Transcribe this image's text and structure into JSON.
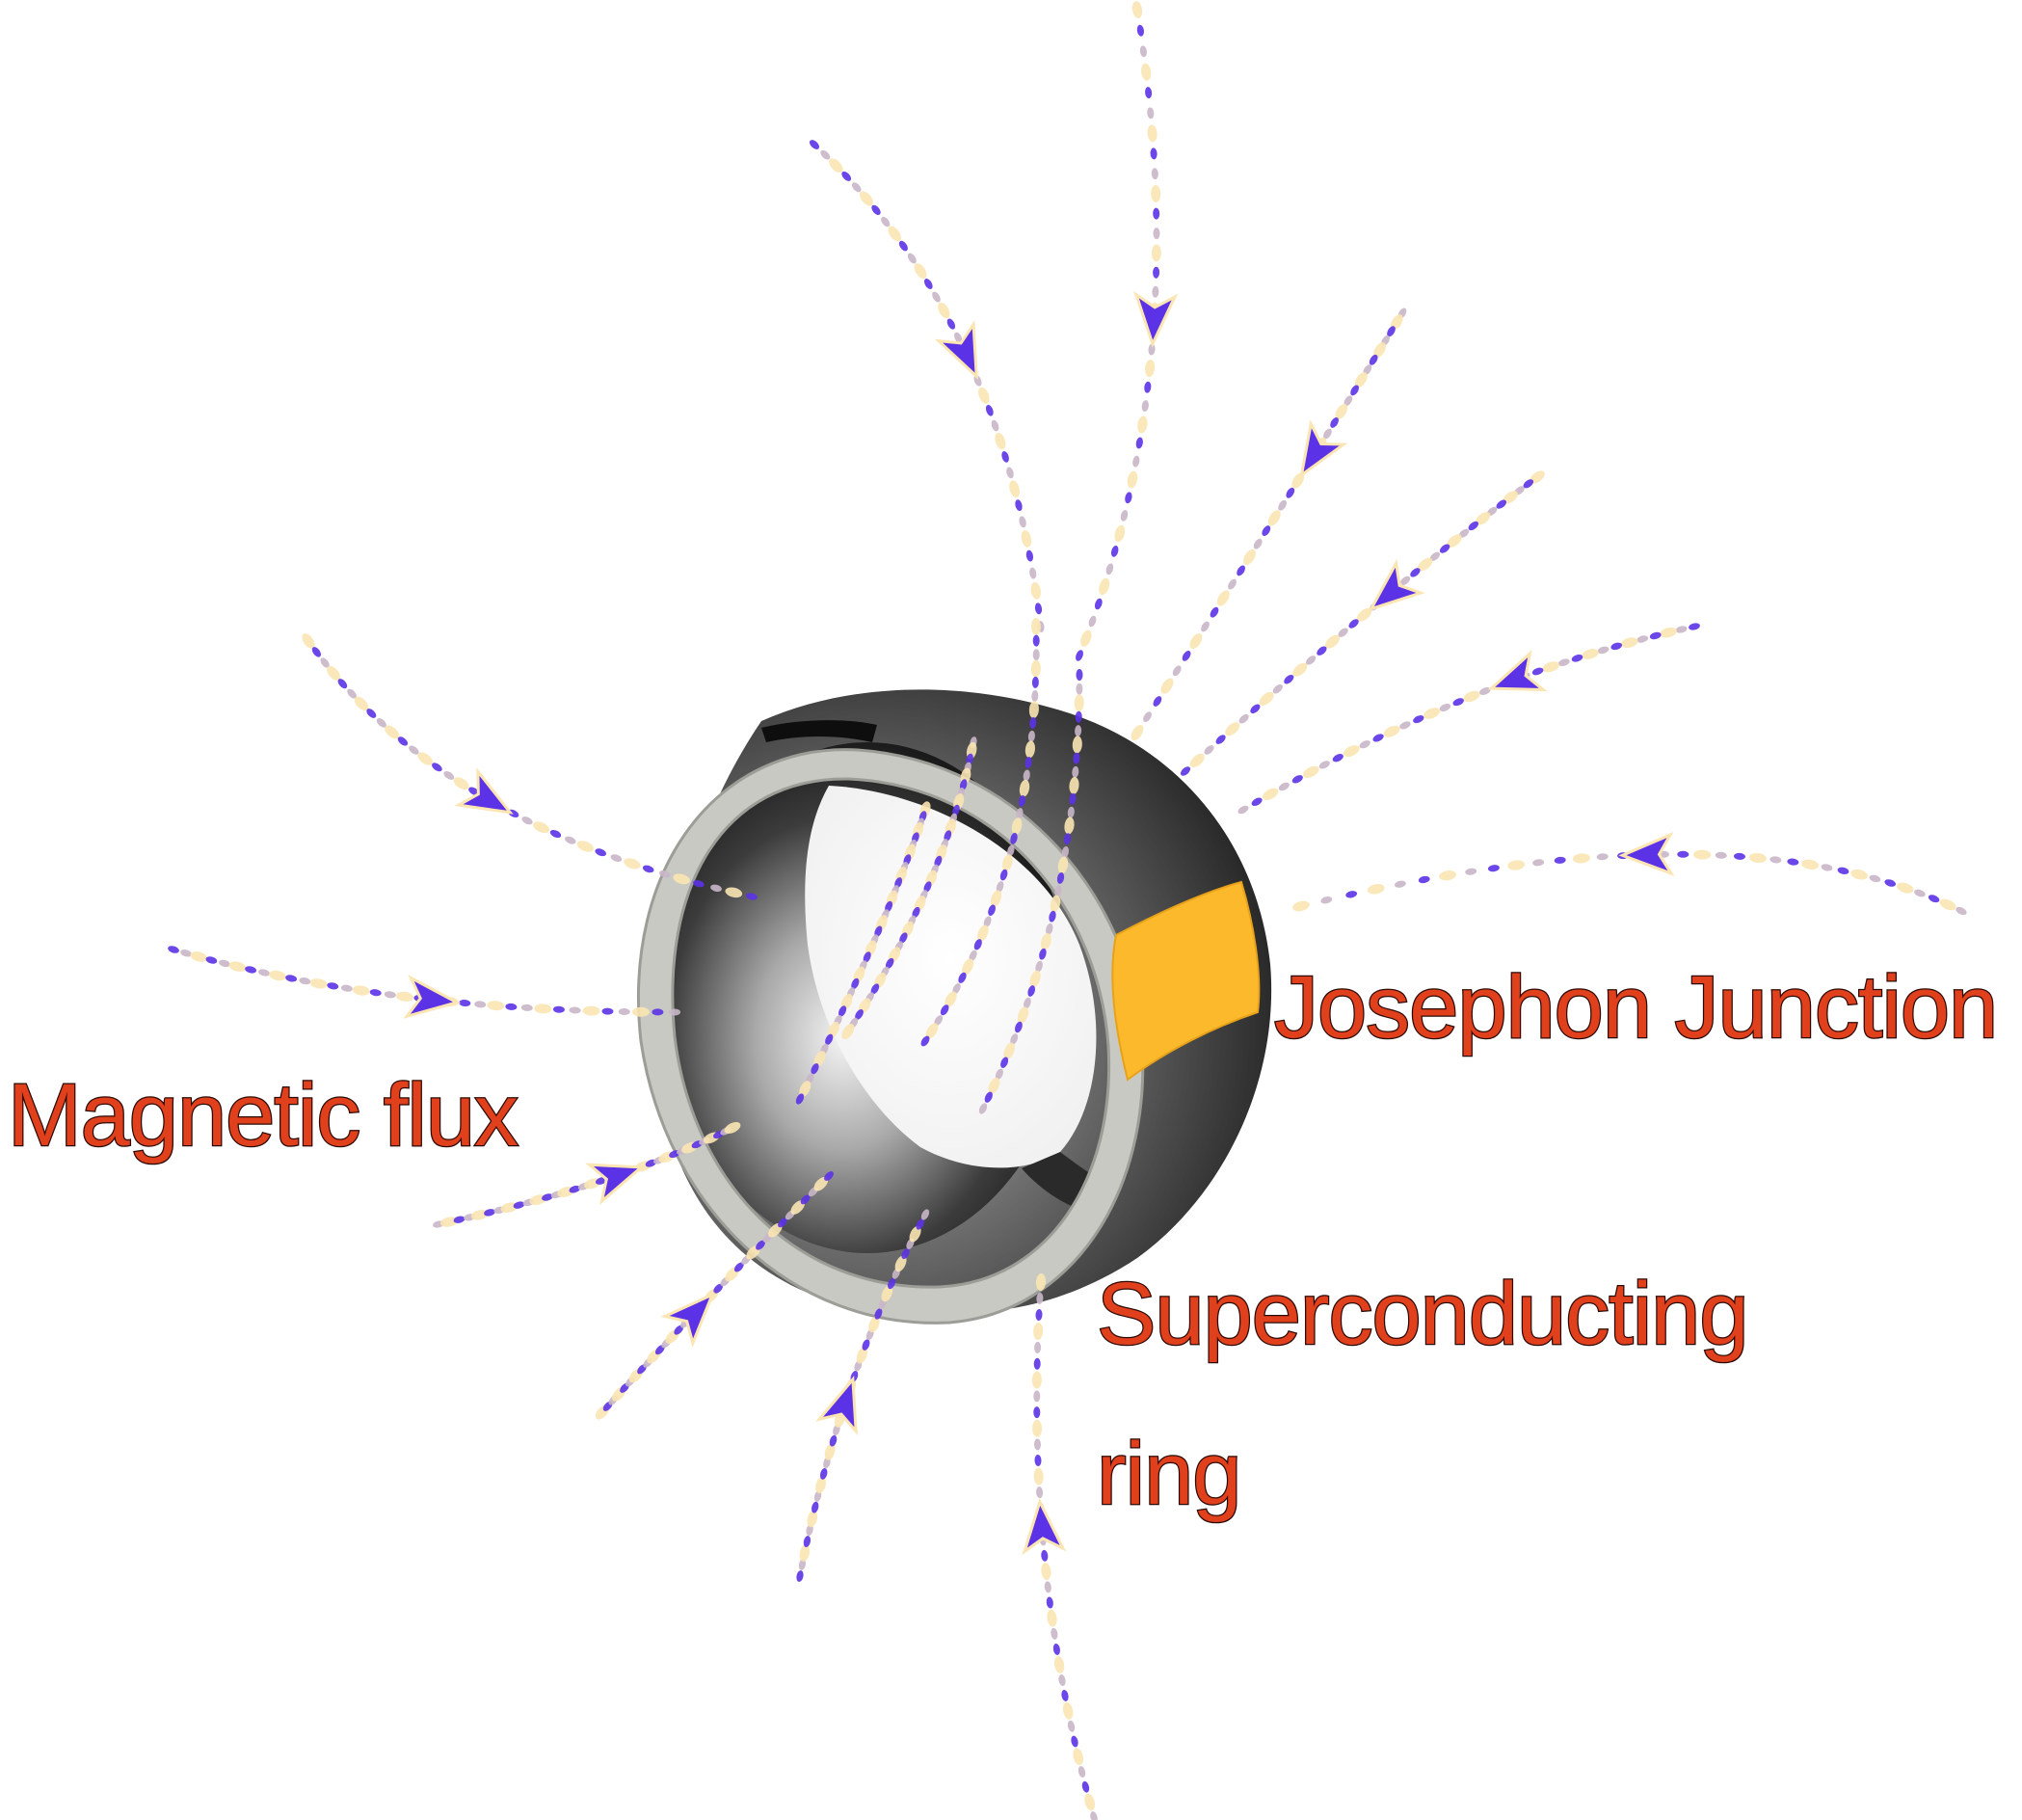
{
  "labels": {
    "magnetic_flux": "Magnetic flux",
    "josephson_junction": "Josephon Junction",
    "superconducting_line1": "Superconducting",
    "superconducting_line2": "ring"
  },
  "colors": {
    "background": "#ffffff",
    "label_fill": "#e0401c",
    "label_outline": "#2a0a05",
    "ring_band_dark": "#1a1a1a",
    "ring_band_light": "#f2f2f2",
    "ring_rim": "#c9c9c4",
    "junction": "#fbb92b",
    "flux_arrow": "#5b32e6",
    "flux_dot_primary": "#fbe6b3",
    "flux_dot_secondary": "#c9b6c8"
  },
  "icons": [
    "flux-arrow-icon"
  ]
}
